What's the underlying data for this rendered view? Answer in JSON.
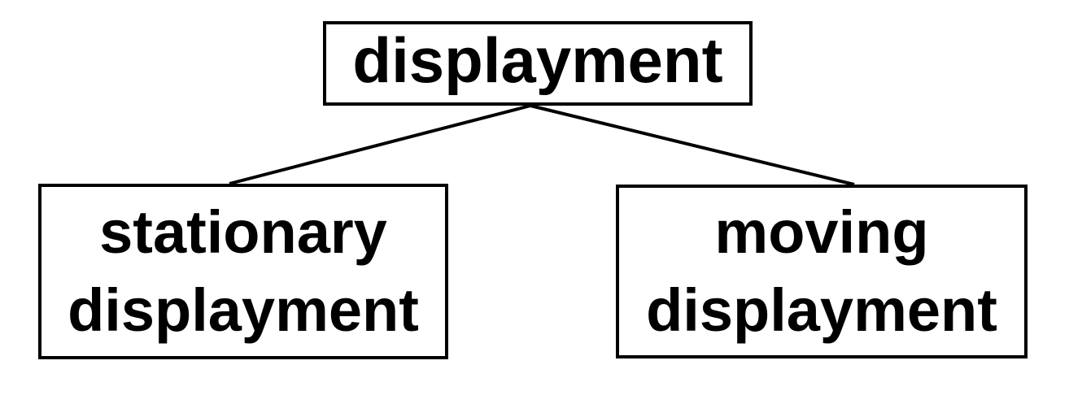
{
  "diagram": {
    "root": {
      "label": "displayment"
    },
    "children": [
      {
        "line1": "stationary",
        "line2": "displayment"
      },
      {
        "line1": "moving",
        "line2": "displayment"
      }
    ]
  },
  "colors": {
    "stroke": "#000000",
    "background": "#ffffff",
    "text": "#000000"
  }
}
